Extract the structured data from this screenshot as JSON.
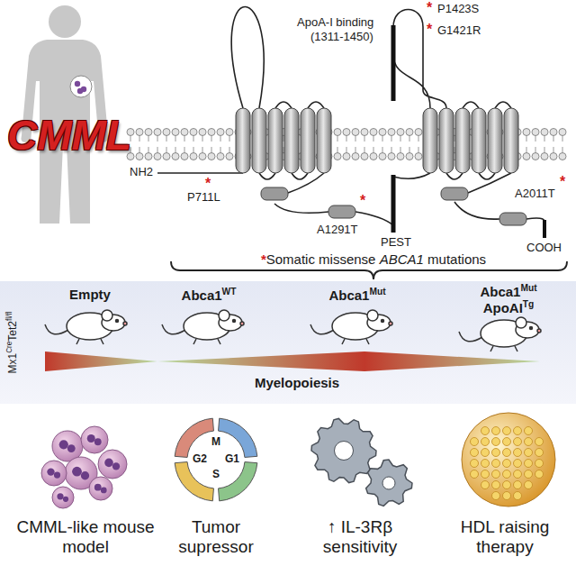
{
  "diagram": {
    "labels": [
      "CMML",
      "ApoA-I binding",
      "(1311-1450)",
      "*",
      "P1423S",
      "*",
      "G1421R",
      "NH2",
      "*",
      "P711L",
      "*",
      "A1291T",
      "PEST",
      "*",
      "A2011T",
      "COOH",
      "*",
      "Somatic missense",
      "ABCA1",
      "mutations",
      "Mx1",
      "Cre",
      "Tet2",
      "fl/fl",
      "Empty",
      "Abca1",
      "WT",
      "Abca1",
      "Mut",
      "Abca1",
      "Mut",
      "ApoAI",
      "Tg",
      "Myelopoiesis",
      "M",
      "G1",
      "S",
      "G2",
      "CMML-like mouse model",
      "Tumor supressor",
      "↑ IL-3Rβ sensitivity",
      "HDL raising therapy"
    ]
  }
}
